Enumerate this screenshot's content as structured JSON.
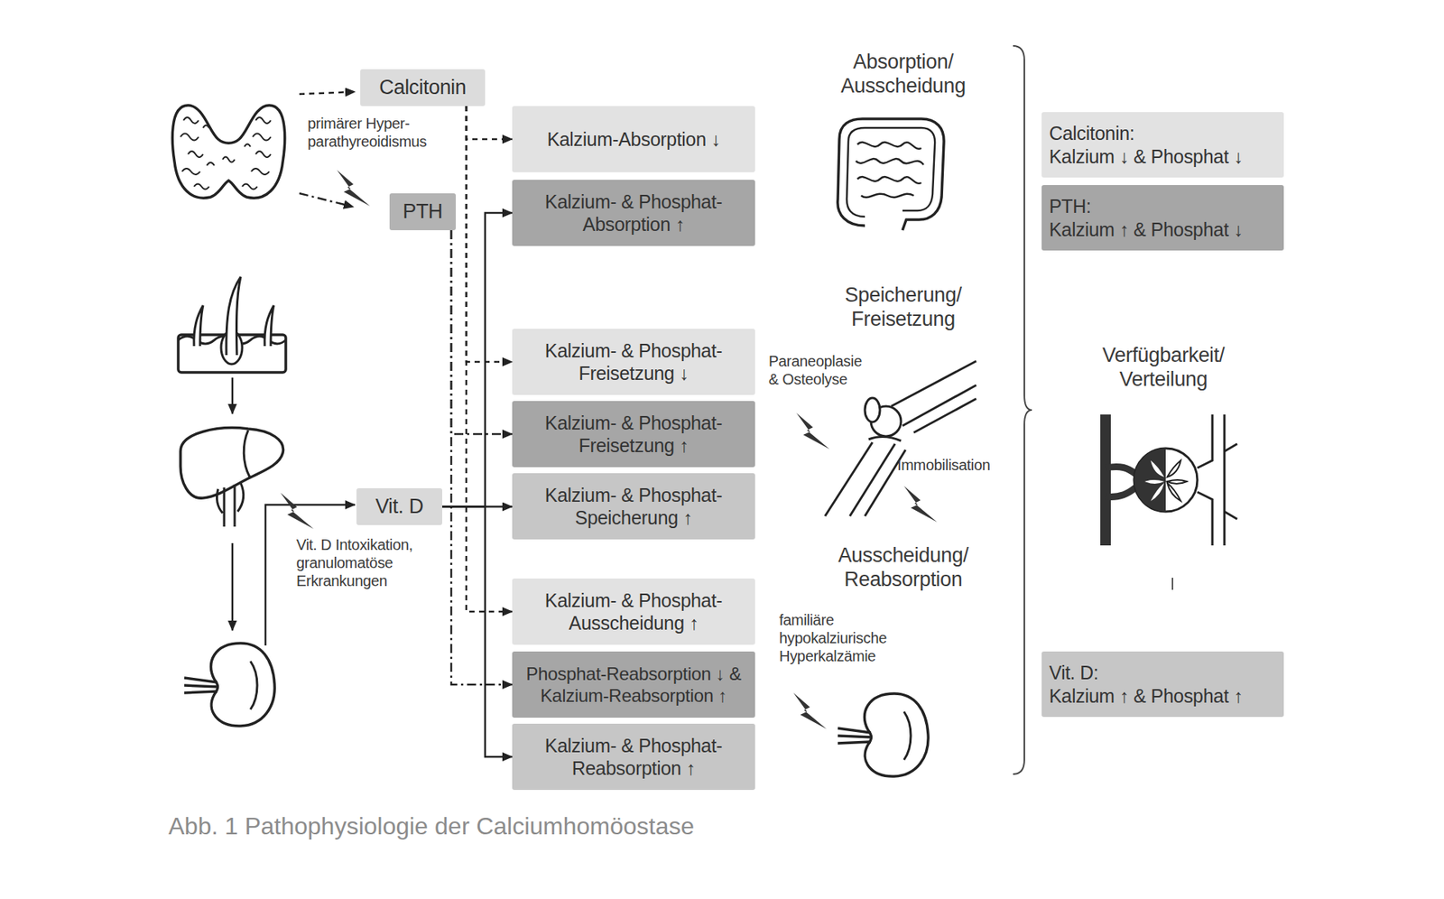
{
  "diagram": {
    "caption": "Abb. 1 Pathophysiologie der Calciumhomöostase",
    "nodes": [
      {
        "text": [
          "Calcitonin"
        ]
      },
      {
        "text": [
          "PTH"
        ]
      },
      {
        "text": [
          "Vit. D"
        ]
      },
      {
        "text": [
          "Kalzium-Absorption ↓"
        ]
      },
      {
        "text": [
          "Kalzium- & Phosphat-Absorption ↑"
        ]
      },
      {
        "text": [
          "Kalzium- & Phosphat-Freisetzung ↓"
        ]
      },
      {
        "text": [
          "Kalzium- & Phosphat-Freisetzung ↑"
        ]
      },
      {
        "text": [
          "Kalzium- & Phosphat-Speicherung ↑"
        ]
      },
      {
        "text": [
          "Kalzium- & Phosphat-Ausscheidung ↑"
        ]
      },
      {
        "text": [
          "Phosphat-Reabsorption ↓ & Kalzium-Reabsorption ↑"
        ]
      },
      {
        "text": [
          "Kalzium- & Phosphat-Reabsorption ↑"
        ]
      },
      {
        "text": [
          "Calcitonin:",
          "Kalzium ↓ & Phosphat ↓"
        ]
      },
      {
        "text": [
          "PTH:",
          "Kalzium ↑ & Phosphat ↓"
        ]
      },
      {
        "text": [
          "Vit. D:",
          "Kalzium ↑ & Phosphat ↑"
        ]
      }
    ],
    "edges": [
      {
        "from": 0,
        "to": 3,
        "arrow": "to"
      },
      {
        "from": 0,
        "to": 5,
        "arrow": "to"
      },
      {
        "from": 0,
        "to": 8,
        "arrow": "to"
      },
      {
        "from": 1,
        "to": 6,
        "arrow": "to"
      },
      {
        "from": 1,
        "to": 9,
        "arrow": "to"
      },
      {
        "from": 2,
        "to": 4,
        "arrow": "to"
      },
      {
        "from": 2,
        "to": 7,
        "arrow": "to"
      },
      {
        "from": 2,
        "to": 10,
        "arrow": "to"
      }
    ],
    "labels": [
      "primärer Hyper-parathyreoidismus",
      "Vit. D Intoxikation, granulomatöse Erkrankungen",
      "Absorption/ Ausscheidung",
      "Speicherung/ Freisetzung",
      "Paraneoplasie & Osteolyse",
      "Immobilisation",
      "Ausscheidung/ Reabsorption",
      "familiäre hypokalziurische Hyperkalzämie",
      "Verfügbarkeit/ Verteilung"
    ]
  }
}
